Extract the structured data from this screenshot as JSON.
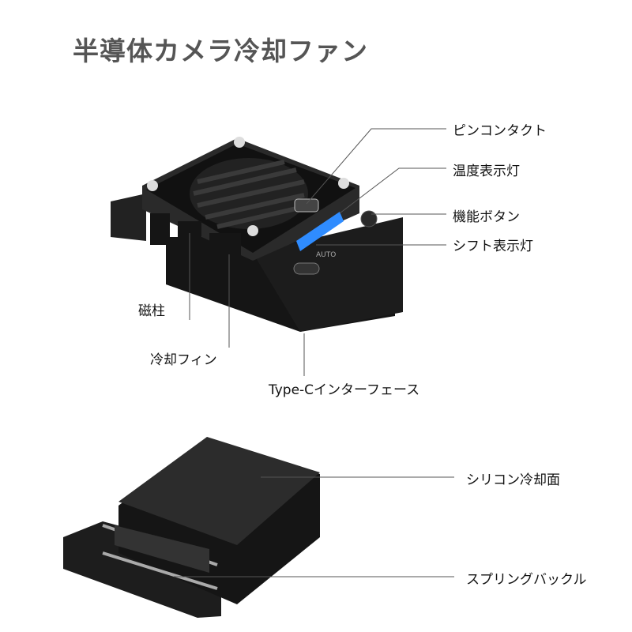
{
  "title": "半導体カメラ冷却ファン",
  "labels": {
    "pin_contact": "ピンコンタクト",
    "temp_indicator": "温度表示灯",
    "function_button": "機能ボタン",
    "shift_indicator": "シフト表示灯",
    "magnetic_pillar": "磁柱",
    "cooling_fin": "冷却フィン",
    "type_c": "Type-Cインターフェース",
    "silicone_surface": "シリコン冷却面",
    "spring_buckle": "スプリングバックル"
  },
  "device_text": {
    "auto": "AUTO"
  },
  "colors": {
    "indicator": "#2f8cff",
    "body": "#1a1a1a"
  }
}
